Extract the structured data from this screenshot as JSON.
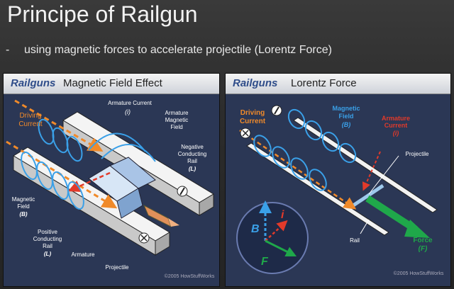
{
  "slide": {
    "title": "Principe of Railgun",
    "bullet_marker": "-",
    "bullet_text": "using magnetic forces to accelerate projectile (Lorentz Force)"
  },
  "panel_left": {
    "brand": "Railguns",
    "subtitle": "Magnetic Field Effect",
    "labels": {
      "driving_current_1": "Driving",
      "driving_current_2": "Current",
      "armature_current": "Armature Current",
      "armature_current_sym": "(i)",
      "armature_field_1": "Armature",
      "armature_field_2": "Magnetic",
      "armature_field_3": "Field",
      "neg_rail_1": "Negative",
      "neg_rail_2": "Conducting",
      "neg_rail_3": "Rail",
      "neg_rail_sym": "(L)",
      "mag_field_1": "Magnetic",
      "mag_field_2": "Field",
      "mag_field_sym": "(B)",
      "pos_rail_1": "Positive",
      "pos_rail_2": "Conducting",
      "pos_rail_3": "Rail",
      "pos_rail_sym": "(L)",
      "armature": "Armature",
      "projectile": "Projectile",
      "copyright": "©2005 HowStuffWorks"
    }
  },
  "panel_right": {
    "brand": "Railguns",
    "subtitle": "Lorentz Force",
    "labels": {
      "driving_current_1": "Driving",
      "driving_current_2": "Current",
      "mag_field_1": "Magnetic",
      "mag_field_2": "Field",
      "mag_field_sym": "(B)",
      "armature_current_1": "Armature",
      "armature_current_2": "Current",
      "armature_current_sym": "(i)",
      "projectile": "Projectile",
      "rail": "Rail",
      "force": "Force",
      "force_sym": "(F)",
      "vec_b": "B",
      "vec_i": "i",
      "vec_f": "F",
      "copyright": "©2005 HowStuffWorks"
    }
  },
  "colors": {
    "panel_bg": "#2b3755",
    "orange": "#f08a2a",
    "blue_field": "#3aa0e8",
    "red": "#e23a2a",
    "green": "#1fa84a"
  }
}
